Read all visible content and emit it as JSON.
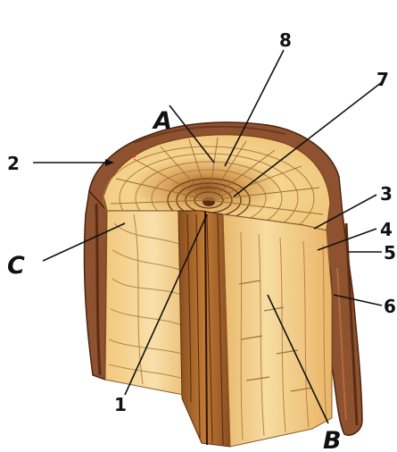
{
  "labels": {
    "n1": "1",
    "n2": "2",
    "n3": "3",
    "n4": "4",
    "n5": "5",
    "n6": "6",
    "n7": "7",
    "n8": "8",
    "A": "A",
    "B": "B",
    "C": "C"
  },
  "colors": {
    "bark_dark": "#6b3a1e",
    "bark": "#8e5230",
    "bark_light": "#b06a3d",
    "sapwood": "#f6d79a",
    "heartwood": "#b5712f",
    "pith": "#6e3c18",
    "grain": "#9a6a34",
    "face_light": "#f9e1ab",
    "face_mid": "#e9b96c",
    "leader": "#111111"
  }
}
